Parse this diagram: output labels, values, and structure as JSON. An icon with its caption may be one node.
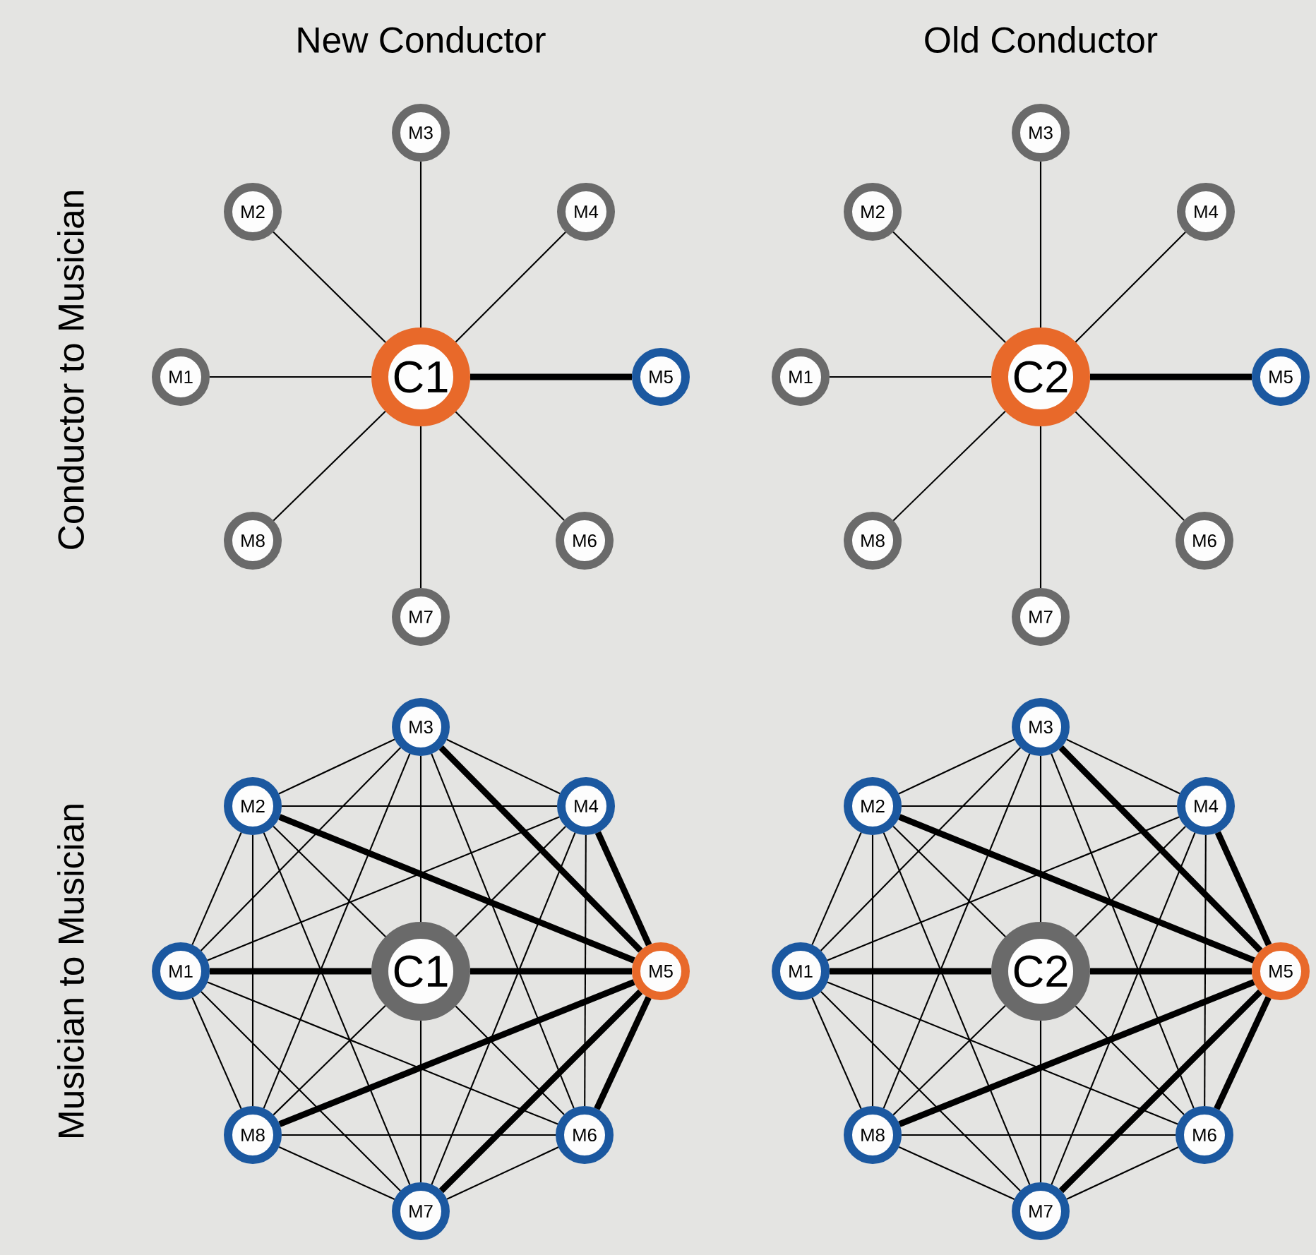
{
  "diagram": {
    "nodes": [
      {
        "text": [
          "C1"
        ]
      },
      {
        "text": [
          "M1"
        ]
      },
      {
        "text": [
          "M2"
        ]
      },
      {
        "text": [
          "M3"
        ]
      },
      {
        "text": [
          "M4"
        ]
      },
      {
        "text": [
          "M5"
        ]
      },
      {
        "text": [
          "M6"
        ]
      },
      {
        "text": [
          "M7"
        ]
      },
      {
        "text": [
          "M8"
        ]
      },
      {
        "text": [
          "C2"
        ]
      },
      {
        "text": [
          "M1"
        ]
      },
      {
        "text": [
          "M2"
        ]
      },
      {
        "text": [
          "M3"
        ]
      },
      {
        "text": [
          "M4"
        ]
      },
      {
        "text": [
          "M5"
        ]
      },
      {
        "text": [
          "M6"
        ]
      },
      {
        "text": [
          "M7"
        ]
      },
      {
        "text": [
          "M8"
        ]
      },
      {
        "text": [
          "C1"
        ]
      },
      {
        "text": [
          "M1"
        ]
      },
      {
        "text": [
          "M2"
        ]
      },
      {
        "text": [
          "M3"
        ]
      },
      {
        "text": [
          "M4"
        ]
      },
      {
        "text": [
          "M5"
        ]
      },
      {
        "text": [
          "M6"
        ]
      },
      {
        "text": [
          "M7"
        ]
      },
      {
        "text": [
          "M8"
        ]
      },
      {
        "text": [
          "C2"
        ]
      },
      {
        "text": [
          "M1"
        ]
      },
      {
        "text": [
          "M2"
        ]
      },
      {
        "text": [
          "M3"
        ]
      },
      {
        "text": [
          "M4"
        ]
      },
      {
        "text": [
          "M5"
        ]
      },
      {
        "text": [
          "M6"
        ]
      },
      {
        "text": [
          "M7"
        ]
      },
      {
        "text": [
          "M8"
        ]
      }
    ],
    "edges": [
      {
        "from": 0,
        "to": 1,
        "arrow": "none"
      },
      {
        "from": 0,
        "to": 2,
        "arrow": "none"
      },
      {
        "from": 0,
        "to": 3,
        "arrow": "none"
      },
      {
        "from": 0,
        "to": 4,
        "arrow": "none"
      },
      {
        "from": 0,
        "to": 5,
        "arrow": "none",
        "style": "thick"
      },
      {
        "from": 0,
        "to": 6,
        "arrow": "none"
      },
      {
        "from": 0,
        "to": 7,
        "arrow": "none"
      },
      {
        "from": 0,
        "to": 8,
        "arrow": "none"
      },
      {
        "from": 9,
        "to": 10,
        "arrow": "none"
      },
      {
        "from": 9,
        "to": 11,
        "arrow": "none"
      },
      {
        "from": 9,
        "to": 12,
        "arrow": "none"
      },
      {
        "from": 9,
        "to": 13,
        "arrow": "none"
      },
      {
        "from": 9,
        "to": 14,
        "arrow": "none",
        "style": "thick"
      },
      {
        "from": 9,
        "to": 15,
        "arrow": "none"
      },
      {
        "from": 9,
        "to": 16,
        "arrow": "none"
      },
      {
        "from": 9,
        "to": 17,
        "arrow": "none"
      },
      {
        "from": 18,
        "to": 19,
        "arrow": "none",
        "style": "thick"
      },
      {
        "from": 18,
        "to": 20,
        "arrow": "none"
      },
      {
        "from": 18,
        "to": 21,
        "arrow": "none"
      },
      {
        "from": 18,
        "to": 22,
        "arrow": "none"
      },
      {
        "from": 18,
        "to": 23,
        "arrow": "none",
        "style": "thick"
      },
      {
        "from": 18,
        "to": 24,
        "arrow": "none"
      },
      {
        "from": 18,
        "to": 25,
        "arrow": "none"
      },
      {
        "from": 18,
        "to": 26,
        "arrow": "none"
      },
      {
        "from": 19,
        "to": 20,
        "arrow": "none"
      },
      {
        "from": 19,
        "to": 21,
        "arrow": "none"
      },
      {
        "from": 19,
        "to": 22,
        "arrow": "none"
      },
      {
        "from": 19,
        "to": 24,
        "arrow": "none"
      },
      {
        "from": 19,
        "to": 25,
        "arrow": "none"
      },
      {
        "from": 19,
        "to": 26,
        "arrow": "none"
      },
      {
        "from": 20,
        "to": 21,
        "arrow": "none"
      },
      {
        "from": 20,
        "to": 22,
        "arrow": "none"
      },
      {
        "from": 20,
        "to": 23,
        "arrow": "none",
        "style": "thick"
      },
      {
        "from": 20,
        "to": 25,
        "arrow": "none"
      },
      {
        "from": 20,
        "to": 26,
        "arrow": "none"
      },
      {
        "from": 21,
        "to": 22,
        "arrow": "none"
      },
      {
        "from": 21,
        "to": 23,
        "arrow": "none",
        "style": "thick"
      },
      {
        "from": 21,
        "to": 24,
        "arrow": "none"
      },
      {
        "from": 21,
        "to": 26,
        "arrow": "none"
      },
      {
        "from": 22,
        "to": 23,
        "arrow": "none",
        "style": "thick"
      },
      {
        "from": 22,
        "to": 24,
        "arrow": "none"
      },
      {
        "from": 22,
        "to": 25,
        "arrow": "none"
      },
      {
        "from": 23,
        "to": 24,
        "arrow": "none",
        "style": "thick"
      },
      {
        "from": 23,
        "to": 25,
        "arrow": "none",
        "style": "thick"
      },
      {
        "from": 23,
        "to": 26,
        "arrow": "none",
        "style": "thick"
      },
      {
        "from": 24,
        "to": 25,
        "arrow": "none"
      },
      {
        "from": 24,
        "to": 26,
        "arrow": "none"
      },
      {
        "from": 25,
        "to": 26,
        "arrow": "none"
      },
      {
        "from": 27,
        "to": 28,
        "arrow": "none",
        "style": "thick"
      },
      {
        "from": 27,
        "to": 29,
        "arrow": "none"
      },
      {
        "from": 27,
        "to": 30,
        "arrow": "none"
      },
      {
        "from": 27,
        "to": 31,
        "arrow": "none"
      },
      {
        "from": 27,
        "to": 32,
        "arrow": "none",
        "style": "thick"
      },
      {
        "from": 27,
        "to": 33,
        "arrow": "none"
      },
      {
        "from": 27,
        "to": 34,
        "arrow": "none"
      },
      {
        "from": 27,
        "to": 35,
        "arrow": "none"
      },
      {
        "from": 28,
        "to": 29,
        "arrow": "none"
      },
      {
        "from": 28,
        "to": 30,
        "arrow": "none"
      },
      {
        "from": 28,
        "to": 31,
        "arrow": "none"
      },
      {
        "from": 28,
        "to": 33,
        "arrow": "none"
      },
      {
        "from": 28,
        "to": 34,
        "arrow": "none"
      },
      {
        "from": 28,
        "to": 35,
        "arrow": "none"
      },
      {
        "from": 29,
        "to": 30,
        "arrow": "none"
      },
      {
        "from": 29,
        "to": 31,
        "arrow": "none"
      },
      {
        "from": 29,
        "to": 32,
        "arrow": "none",
        "style": "thick"
      },
      {
        "from": 29,
        "to": 34,
        "arrow": "none"
      },
      {
        "from": 29,
        "to": 35,
        "arrow": "none"
      },
      {
        "from": 30,
        "to": 31,
        "arrow": "none"
      },
      {
        "from": 30,
        "to": 32,
        "arrow": "none",
        "style": "thick"
      },
      {
        "from": 30,
        "to": 33,
        "arrow": "none"
      },
      {
        "from": 30,
        "to": 35,
        "arrow": "none"
      },
      {
        "from": 31,
        "to": 32,
        "arrow": "none",
        "style": "thick"
      },
      {
        "from": 31,
        "to": 33,
        "arrow": "none"
      },
      {
        "from": 31,
        "to": 34,
        "arrow": "none"
      },
      {
        "from": 32,
        "to": 33,
        "arrow": "none",
        "style": "thick"
      },
      {
        "from": 32,
        "to": 34,
        "arrow": "none",
        "style": "thick"
      },
      {
        "from": 32,
        "to": 35,
        "arrow": "none",
        "style": "thick"
      },
      {
        "from": 33,
        "to": 34,
        "arrow": "none"
      },
      {
        "from": 33,
        "to": 35,
        "arrow": "none"
      },
      {
        "from": 34,
        "to": 35,
        "arrow": "none"
      }
    ],
    "labels": [
      "New Conductor",
      "Old Conductor",
      "Conductor to Musician",
      "Musician to Musician"
    ]
  }
}
